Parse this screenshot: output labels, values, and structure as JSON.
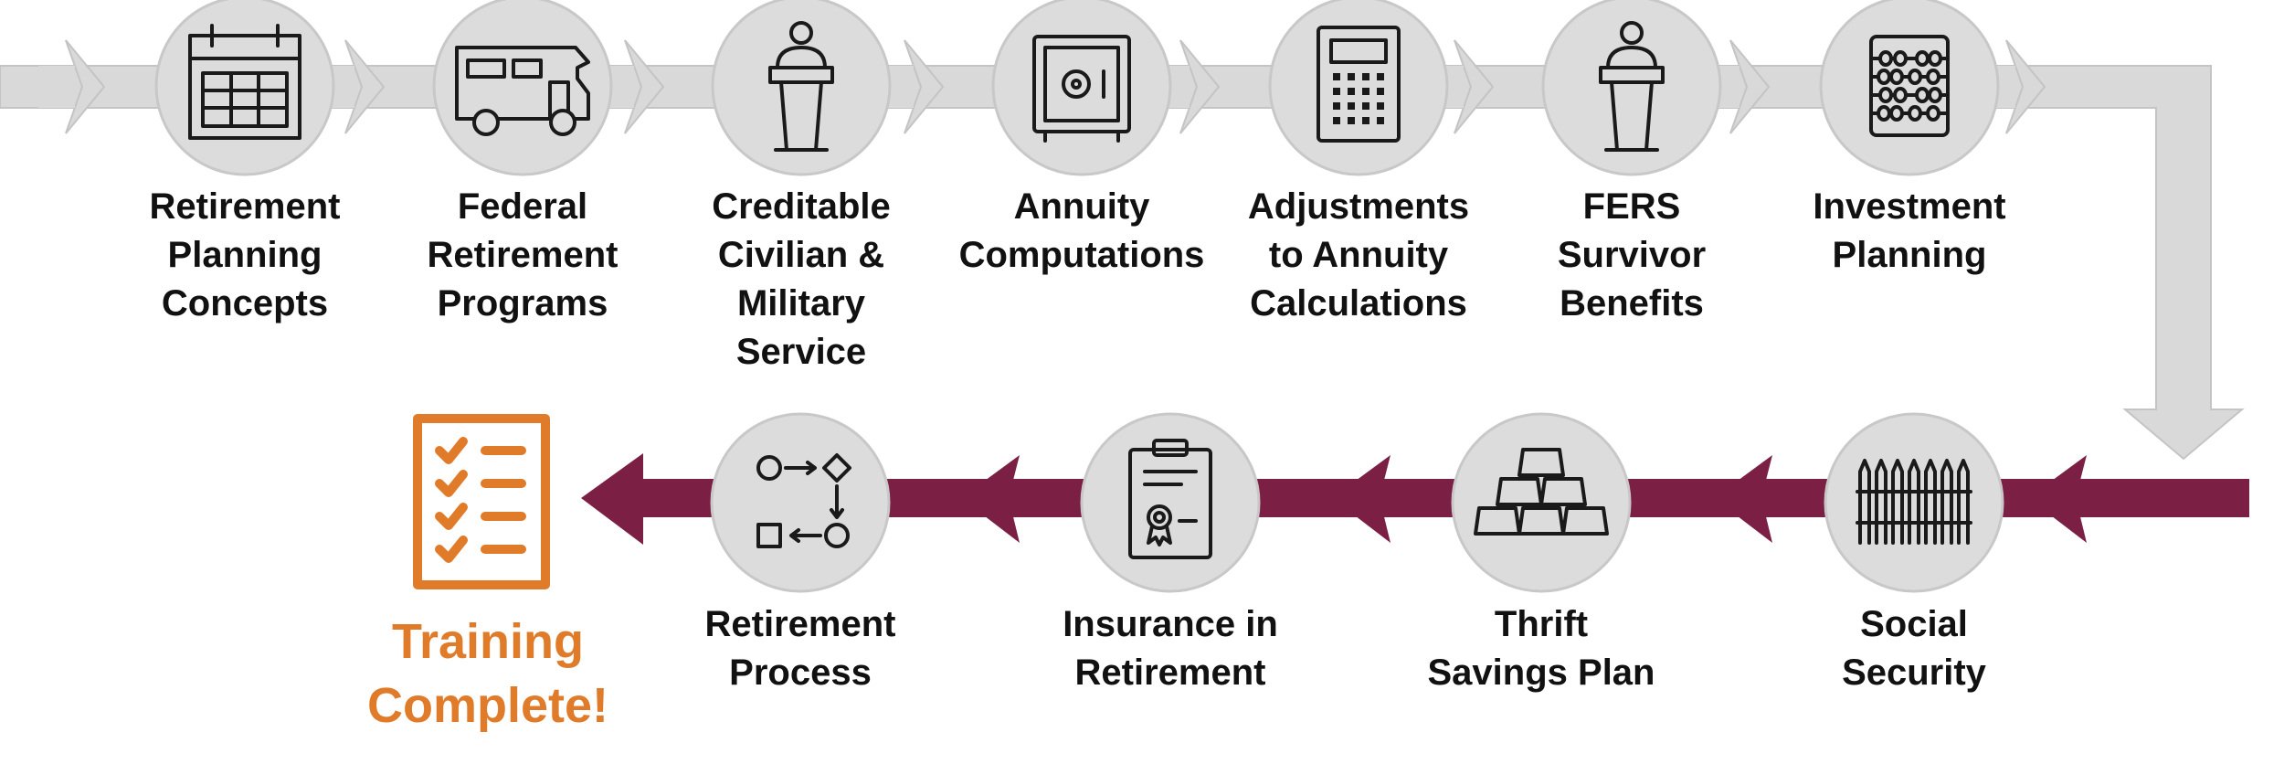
{
  "colors": {
    "top_arrow": "#d9d9d9",
    "top_arrow_stroke": "#c4c4c4",
    "bottom_arrow": "#7b1f44",
    "circle_fill": "#dcdcdc",
    "circle_stroke": "#c8c8c8",
    "icon_stroke": "#1a1a1a",
    "label_text": "#111111",
    "complete_accent": "#e07b2a"
  },
  "top_row": [
    {
      "label": "Retirement\nPlanning\nConcepts",
      "icon": "calendar-icon"
    },
    {
      "label": "Federal\nRetirement\nPrograms",
      "icon": "rv-icon"
    },
    {
      "label": "Creditable\nCivilian &\nMilitary\nService",
      "icon": "podium-speaker-icon"
    },
    {
      "label": "Annuity\nComputations",
      "icon": "safe-icon"
    },
    {
      "label": "Adjustments\nto Annuity\nCalculations",
      "icon": "calculator-icon"
    },
    {
      "label": "FERS\nSurvivor\nBenefits",
      "icon": "podium-speaker-icon"
    },
    {
      "label": "Investment\nPlanning",
      "icon": "abacus-icon"
    }
  ],
  "bottom_row": [
    {
      "label": "Social\nSecurity",
      "icon": "fence-icon"
    },
    {
      "label": "Thrift\nSavings Plan",
      "icon": "gold-bars-icon"
    },
    {
      "label": "Insurance in\nRetirement",
      "icon": "clipboard-certificate-icon"
    },
    {
      "label": "Retirement\nProcess",
      "icon": "process-flow-icon"
    }
  ],
  "final": {
    "label": "Training\nComplete!",
    "icon": "checklist-icon"
  }
}
